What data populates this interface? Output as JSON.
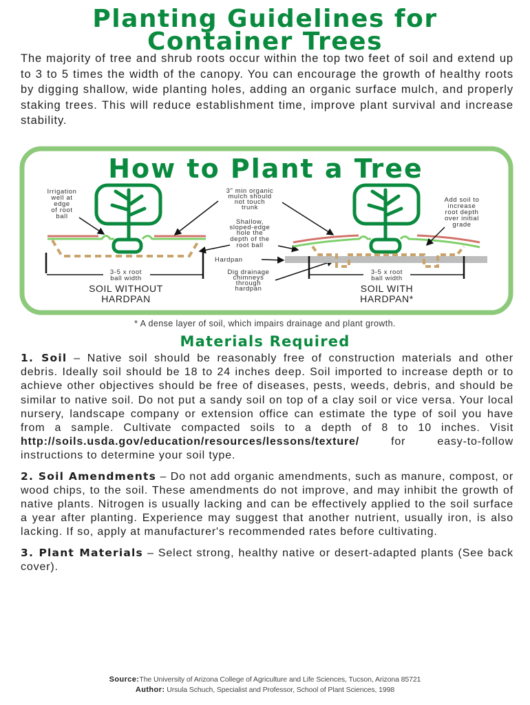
{
  "title": {
    "line1": "Planting Guidelines for",
    "line2": "Container Trees"
  },
  "intro": "The majority of tree and shrub roots occur within the top two feet of soil and extend up to 3 to 5 times the width of the canopy. You can encourage the growth of healthy roots by digging shallow, wide planting holes, adding an organic surface mulch, and properly staking  trees. This will reduce establishment time, improve plant survival and increase stability.",
  "diagram": {
    "title": "How to Plant a Tree",
    "irrigation": [
      "Irrigation",
      "well at",
      "edge",
      "of root",
      "ball"
    ],
    "mulch": [
      "3\" min organic",
      "mulch should",
      "not touch",
      "trunk"
    ],
    "shallow": [
      "Shallow,",
      "sloped-edge",
      "hole the",
      "depth of the",
      "root ball"
    ],
    "hardpan": "Hardpan",
    "drainage": [
      "Dig drainage",
      "chimneys",
      "through",
      "hardpan"
    ],
    "add_soil": [
      "Add soil to",
      "increase",
      "root depth",
      "over initial",
      "grade"
    ],
    "width_left": [
      "3-5 x root",
      "ball width"
    ],
    "width_right": [
      "3-5 x root",
      "ball width"
    ],
    "caption_left": [
      "SOIL WITHOUT",
      "HARDPAN"
    ],
    "caption_right": [
      "SOIL WITH",
      "HARDPAN*"
    ],
    "colors": {
      "border": "#8dc97a",
      "tree": "#0a8a3e",
      "mulch": "#d2736a",
      "soil_line": "#7fcf6a",
      "hole": "#c9a36a",
      "hardpan": "#bdbdbd"
    }
  },
  "footnote": "* A dense layer of soil, which impairs drainage and plant growth.",
  "materials": {
    "heading": "Materials Required",
    "items": [
      {
        "label": "1. Soil",
        "text": " – Native soil should be reasonably free of construction materials and other debris. Ideally soil should be 18 to 24 inches deep. Soil imported to increase depth or to achieve other objectives should be free of diseases, pests, weeds, debris, and should be similar to native soil. Do not put a sandy soil on top of a clay soil or vice versa. Your local nursery, landscape company or extension office can estimate the type of soil you have from a sample. Cultivate compacted soils to a depth of 8 to 10 inches. Visit ",
        "link": "http://soils.usda.gov/education/resources/lessons/texture/",
        "text_after": " for easy-to-follow instructions to determine your soil type."
      },
      {
        "label": "2. Soil Amendments",
        "text": " – Do not add organic amendments, such as manure, compost, or wood chips, to the soil. These amendments do not improve, and may inhibit the growth of native plants. Nitrogen is usually lacking and can be effectively applied to the soil surface a year after planting. Experience may suggest that another nutrient, usually iron, is also lacking. If so, apply at manufacturer's recommended rates before cultivating."
      },
      {
        "label": "3. Plant Materials",
        "text": " – Select strong, healthy native or desert-adapted plants (See back cover)."
      }
    ]
  },
  "footer": {
    "source_label": "Source:",
    "source": "The University of Arizona College of Agriculture and Life Sciences, Tucson, Arizona 85721",
    "author_label": "Author:",
    "author": " Ursula Schuch, Specialist and Professor, School of Plant Sciences, 1998"
  }
}
